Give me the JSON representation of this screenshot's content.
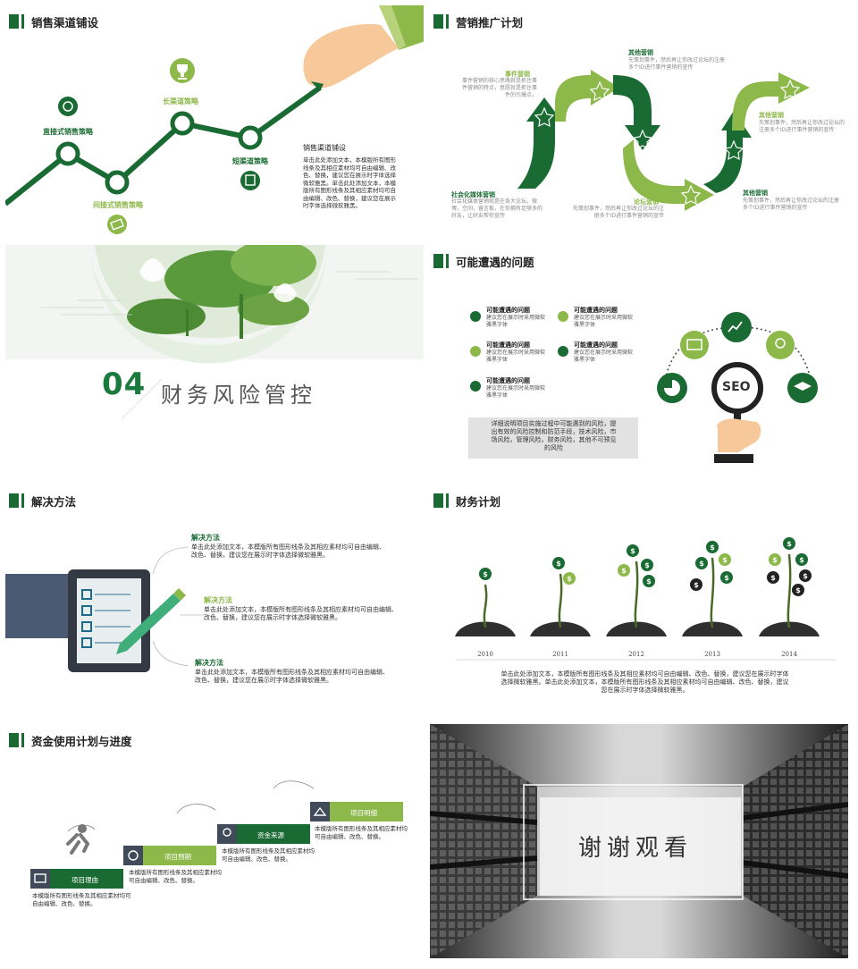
{
  "slides": {
    "sales": {
      "title": "销售渠道铺设",
      "labels": [
        "直接式销售策略",
        "间接式销售策略",
        "长渠道策略",
        "短渠道策略"
      ],
      "body_title": "销售渠道铺设",
      "body": "单击此处添加文本，本模版所有图形线条及其相应素材均可自由编辑、改色、替换，建议您在展示时字体选择微软雅黑。单击此处添加文本，本模版所有图形线条及其相应素材均可自由编辑、改色、替换，建议您在展示时字体选择微软雅黑。"
    },
    "marketing": {
      "title": "营销推广计划",
      "items": [
        {
          "title": "事件营销",
          "text": "事件营销的核心思路就是抓住事件营销的特点，意愿就是抓住事件的引爆点。"
        },
        {
          "title": "其他营销",
          "text": "先策划事件，然后再让你改过论坛的注册多个ID进行事件营销的宣传"
        },
        {
          "title": "其他营销",
          "text": "先策划事件，然后再让你改过论坛的注册多个ID进行事件营销的宣传"
        },
        {
          "title": "社会化媒体营销",
          "text": "社会化媒体营销就是在各大论坛，微博，空间，留言板，在你拥有足够多的好友，让好友帮你宣传"
        },
        {
          "title": "论坛营销",
          "text": "先策划事件，然后再让你改过论坛的注册多个ID进行事件营销的宣传"
        },
        {
          "title": "其他营销",
          "text": "先策划事件，然后再让你改过论坛的注册多个ID进行事件营销的宣传"
        }
      ]
    },
    "section": {
      "number": "04",
      "title": "财务风险管控"
    },
    "problems": {
      "title": "可能遭遇的问题",
      "items": [
        {
          "title": "可能遭遇的问题",
          "text": "建议您在展示时采用微软雅黑字体"
        },
        {
          "title": "可能遭遇的问题",
          "text": "建议您在展示时采用微软雅黑字体"
        },
        {
          "title": "可能遭遇的问题",
          "text": "建议您在展示时采用微软雅黑字体"
        },
        {
          "title": "可能遭遇的问题",
          "text": "建议您在展示时采用微软雅黑字体"
        },
        {
          "title": "可能遭遇的问题",
          "text": "建议您在展示时采用微软雅黑字体"
        }
      ],
      "note": "详细说明项目实施过程中可能遇到的风险，提出有效的风险控制和防范手段，技术风险，市场风险，管理风险，财务风险，其他不可预见的风险",
      "seo_label": "SEO"
    },
    "solutions": {
      "title": "解决方法",
      "items": [
        {
          "title": "解决方法",
          "text": "单击此处添加文本，本模版所有图形线条及其相应素材均可自由编辑、改色、替换，建议您在展示时字体选择微软雅黑。"
        },
        {
          "title": "解决方法",
          "text": "单击此处添加文本，本模版所有图形线条及其相应素材均可自由编辑、改色、替换，建议您在展示时字体选择微软雅黑。"
        },
        {
          "title": "解决方法",
          "text": "单击此处添加文本，本模版所有图形线条及其相应素材均可自由编辑、改色、替换，建议您在展示时字体选择微软雅黑。"
        }
      ]
    },
    "finance": {
      "title": "财务计划",
      "years": [
        "2010",
        "2011",
        "2012",
        "2013",
        "2014"
      ],
      "coins": [
        1,
        2,
        4,
        5,
        6
      ],
      "body": "单击此处添加文本，本模版所有图形线条及其相应素材均可自由编辑、改色、替换，建议您在展示时字体选择微软雅黑。单击此处添加文本，本模版所有图形线条及其相应素材均可自由编辑、改色、替换，建议您在展示时字体选择微软雅黑。",
      "coin_symbol": "$"
    },
    "funds": {
      "title": "资金使用计划与进度",
      "steps": [
        {
          "label": "项目理由",
          "text": "本模版所有图形线条及其相应素材均可自由编辑、改色、替换。"
        },
        {
          "label": "项目预期",
          "text": "本模版所有图形线条及其相应素材均可自由编辑、改色、替换。"
        },
        {
          "label": "资金来源",
          "text": "本模版所有图形线条及其相应素材均可自由编辑、改色、替换。"
        },
        {
          "label": "项目明细",
          "text": "本模版所有图形线条及其相应素材均可自由编辑、改色、替换。"
        }
      ]
    },
    "thanks": {
      "text": "谢谢观看"
    }
  },
  "colors": {
    "dark_green": "#1a6b33",
    "light_green": "#8db84a",
    "gray": "#404a58"
  }
}
